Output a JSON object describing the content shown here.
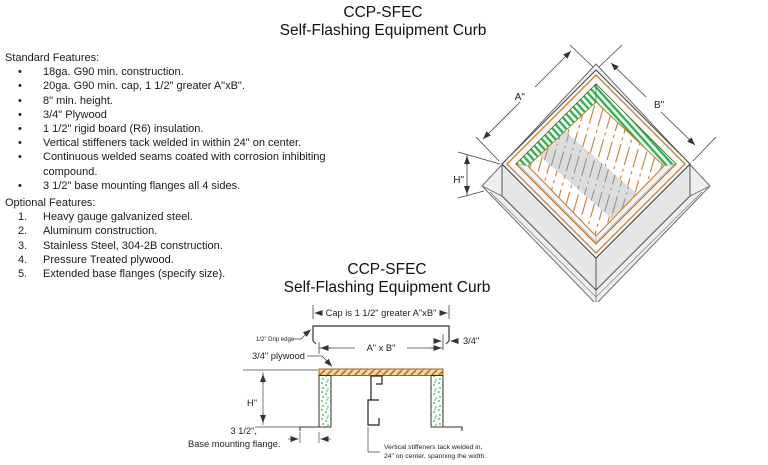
{
  "title": {
    "line1": "CCP-SFEC",
    "line2": "Self-Flashing Equipment Curb"
  },
  "standard_features": {
    "heading": "Standard Features:",
    "bullet": "•",
    "items": [
      "18ga. G90 min. construction.",
      "20ga. G90 min. cap, 1 1/2\" greater A\"xB\".",
      "8\" min. height.",
      "3/4\" Plywood",
      "1 1/2\" rigid board (R6) insulation.",
      "Vertical stiffeners tack welded in within 24\" on center.",
      "Continuous welded seams coated with corrosion inhibiting compound.",
      "3 1/2\" base mounting flanges all 4 sides."
    ]
  },
  "optional_features": {
    "heading": "Optional Features:",
    "items": [
      {
        "num": "1.",
        "text": "Heavy gauge galvanized steel."
      },
      {
        "num": "2.",
        "text": "Aluminum construction."
      },
      {
        "num": "3.",
        "text": "Stainless Steel, 304-2B construction."
      },
      {
        "num": "4.",
        "text": "Pressure Treated plywood."
      },
      {
        "num": "5.",
        "text": "Extended base flanges (specify size)."
      }
    ]
  },
  "section_title": {
    "line1": "CCP-SFEC",
    "line2": "Self-Flashing Equipment Curb"
  },
  "iso": {
    "dim_a": "A\"",
    "dim_b": "B\"",
    "dim_h": "H\""
  },
  "cross_section": {
    "cap_dim": "Cap is 1 1/2\" greater A\"xB\"",
    "drip_edge": "1/2\" Drip edge",
    "overhang_dim": "3/4\"",
    "inner_dim": "A\" x B\"",
    "plywood_label": "3/4\" plywood",
    "height_dim": "H\"",
    "flange_dim": "3 1/2\",",
    "flange_label": "Base mounting flange.",
    "stiffener_note_line1": "Vertical stiffeners tack welded in,",
    "stiffener_note_line2": "24\" on center, spanning the width."
  },
  "colors": {
    "wood": "#c87a2e",
    "wood_dark": "#a3621a",
    "insulation_green": "#27b24b",
    "drawing_line": "#333333",
    "dim_line": "#444444",
    "wall_gray": "#e6e6e6",
    "skirt_gray": "#efefef",
    "stiffener_gray": "#8c8c8c"
  }
}
